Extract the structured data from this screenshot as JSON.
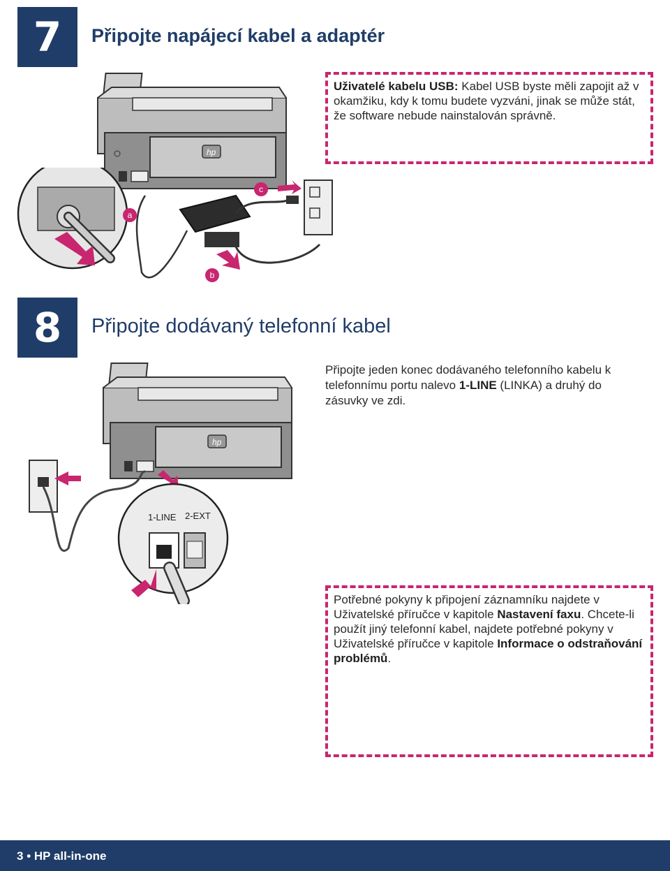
{
  "step7": {
    "number": "7",
    "title": "Připojte napájecí kabel a adaptér",
    "note_bold": "Uživatelé kabelu USB:",
    "note_text": " Kabel USB byste měli zapojit až v okamžiku, kdy k tomu budete vyzváni, jinak se může stát, že software nebude nainstalován správně.",
    "callouts": [
      "a",
      "b",
      "c"
    ]
  },
  "step8": {
    "number": "8",
    "title": "Připojte dodávaný telefonní kabel",
    "body_part1": "Připojte jeden konec dodávaného telefonního kabelu k telefonnímu portu nalevo ",
    "body_bold": "1-LINE",
    "body_part2": " (LINKA) a druhý do zásuvky ve zdi.",
    "port_labels": [
      "1-LINE",
      "2-EXT"
    ],
    "note_part1": "Potřebné pokyny k připojení záznamníku najdete v Uživatelské příručce v kapitole ",
    "note_bold1": "Nastavení faxu",
    "note_part2": ". Chcete-li použít jiný telefonní kabel, najdete potřebné pokyny v Uživatelské příručce v kapitole ",
    "note_bold2": "Informace o odstraňování problémů",
    "note_part3": "."
  },
  "footer": {
    "page": "3",
    "separator": "•",
    "product": "HP all-in-one"
  },
  "colors": {
    "navy": "#1f3d68",
    "accent": "#c8266f"
  }
}
